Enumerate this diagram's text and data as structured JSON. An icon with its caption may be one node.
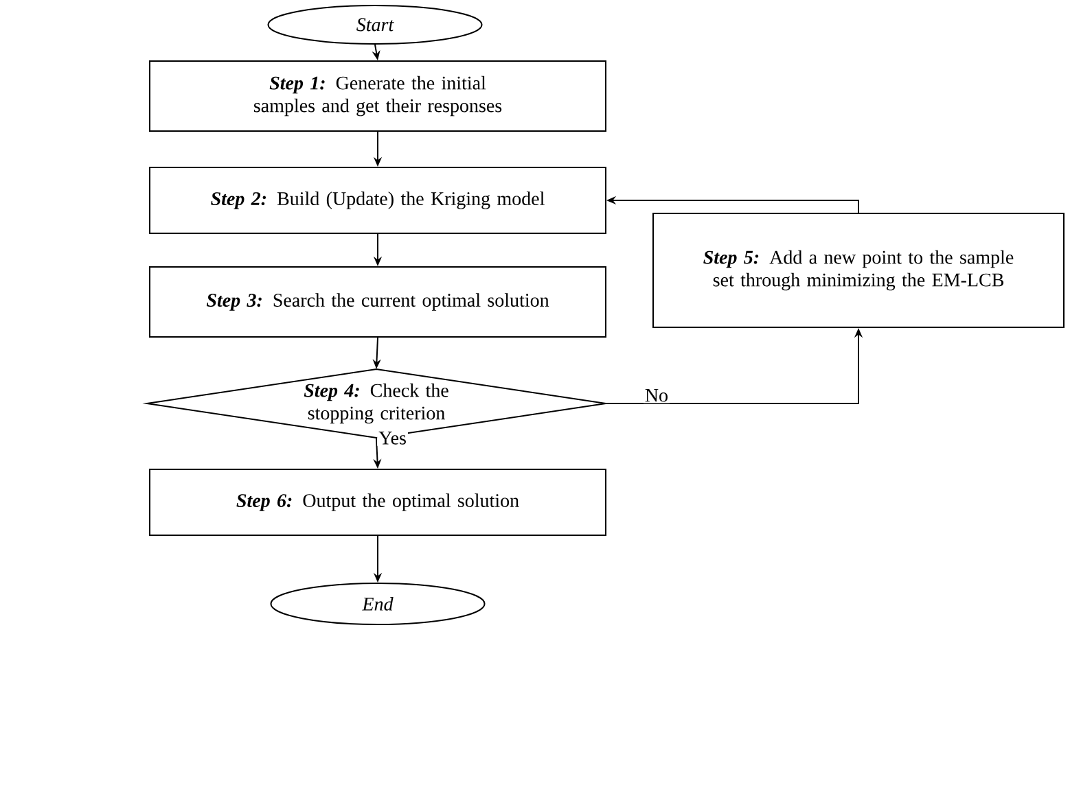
{
  "diagram": {
    "nodes": [
      {
        "text": [
          "Start"
        ]
      },
      {
        "text": [
          "Step 1:",
          "Generate the initial samples and get their responses"
        ]
      },
      {
        "text": [
          "Step 2:",
          "Build (Update) the Kriging model"
        ]
      },
      {
        "text": [
          "Step 3:",
          "Search the current optimal solution"
        ]
      },
      {
        "text": [
          "Step 4:",
          "Check the stopping criterion"
        ]
      },
      {
        "text": [
          "Step 5:",
          "Add a new point to the sample set through minimizing the EM-LCB"
        ]
      },
      {
        "text": [
          "Step 6:",
          "Output the optimal solution"
        ]
      },
      {
        "text": [
          "End"
        ]
      }
    ],
    "edges": [
      {
        "from": 0,
        "to": 1,
        "arrow": "to"
      },
      {
        "from": 1,
        "to": 2,
        "arrow": "to"
      },
      {
        "from": 2,
        "to": 3,
        "arrow": "to"
      },
      {
        "from": 3,
        "to": 4,
        "arrow": "to"
      },
      {
        "from": 4,
        "to": 6,
        "arrow": "to",
        "label": "Yes"
      },
      {
        "from": 4,
        "to": 5,
        "arrow": "to",
        "label": "No"
      },
      {
        "from": 5,
        "to": 2,
        "arrow": "to"
      },
      {
        "from": 6,
        "to": 7,
        "arrow": "to"
      }
    ]
  }
}
